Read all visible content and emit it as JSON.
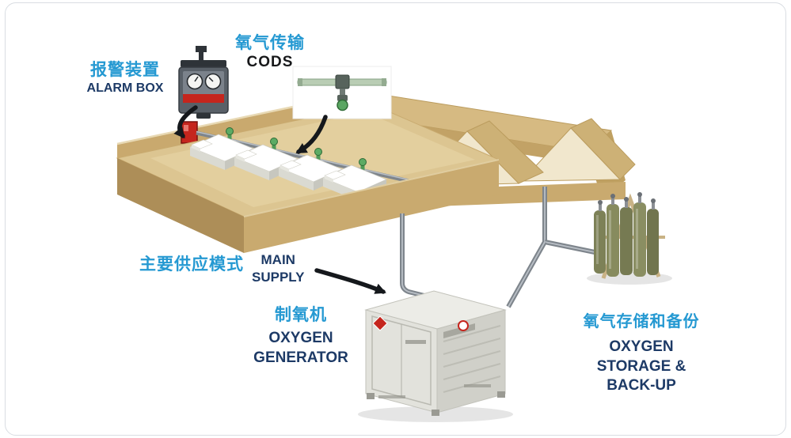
{
  "labels": {
    "alarm_box": {
      "zh": "报警装置",
      "en": "ALARM BOX"
    },
    "cods": {
      "zh": "氧气传输",
      "en": "CODS"
    },
    "main_supply": {
      "zh": "主要供应模式",
      "en_line1": "MAIN",
      "en_line2": "SUPPLY"
    },
    "oxygen_generator": {
      "zh": "制氧机",
      "en_line1": "OXYGEN",
      "en_line2": "GENERATOR"
    },
    "oxygen_storage": {
      "zh": "氧气存储和备份",
      "en_line1": "OXYGEN",
      "en_line2": "STORAGE &",
      "en_line3": "BACK-UP"
    }
  },
  "colors": {
    "label_zh_blue": "#2599d2",
    "label_en_navy": "#1d3a66",
    "cods_black": "#17181a",
    "building_tan": "#dcc591",
    "building_wall_dark": "#ad8e58",
    "gable_cream": "#f1e7cd",
    "pipe_gray": "#7e858c",
    "valve_green": "#57a75f",
    "alarm_red": "#c5251d",
    "cylinder_olive": "#7d8157",
    "frame_border": "#d9dde2",
    "arrow_black": "#15181c"
  },
  "icons": {
    "alarm_device": "wall-mounted alarm box with two round gauges and red stripe",
    "cods_valve": "ceiling oxygen delivery tee fitting with green valve knob",
    "hospital_ward": "isometric ward building with four patient beds and oxygen pipeline",
    "oxygen_generator_unit": "white containerized oxygen generator cabinet",
    "cylinder_rack": "rack of green oxygen back-up cylinders",
    "flow_arrows": "black curved arrows linking labels to equipment"
  }
}
